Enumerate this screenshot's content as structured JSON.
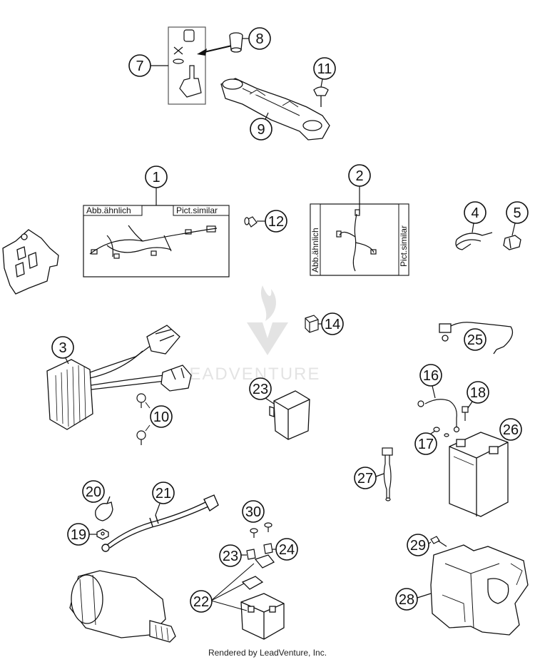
{
  "parts": [
    {
      "id": "part-1",
      "label": "1"
    },
    {
      "id": "part-2",
      "label": "2"
    },
    {
      "id": "part-3",
      "label": "3"
    },
    {
      "id": "part-4",
      "label": "4"
    },
    {
      "id": "part-5",
      "label": "5"
    },
    {
      "id": "part-7",
      "label": "7"
    },
    {
      "id": "part-8",
      "label": "8"
    },
    {
      "id": "part-9",
      "label": "9"
    },
    {
      "id": "part-10",
      "label": "10"
    },
    {
      "id": "part-11",
      "label": "11"
    },
    {
      "id": "part-12",
      "label": "12"
    },
    {
      "id": "part-14",
      "label": "14"
    },
    {
      "id": "part-16",
      "label": "16"
    },
    {
      "id": "part-17",
      "label": "17"
    },
    {
      "id": "part-18",
      "label": "18"
    },
    {
      "id": "part-19",
      "label": "19"
    },
    {
      "id": "part-20",
      "label": "20"
    },
    {
      "id": "part-21",
      "label": "21"
    },
    {
      "id": "part-22",
      "label": "22"
    },
    {
      "id": "part-23a",
      "label": "23"
    },
    {
      "id": "part-23b",
      "label": "23"
    },
    {
      "id": "part-24",
      "label": "24"
    },
    {
      "id": "part-25",
      "label": "25"
    },
    {
      "id": "part-26",
      "label": "26"
    },
    {
      "id": "part-27",
      "label": "27"
    },
    {
      "id": "part-28",
      "label": "28"
    },
    {
      "id": "part-29",
      "label": "29"
    },
    {
      "id": "part-30",
      "label": "30"
    }
  ],
  "panel_tags": {
    "abb": "Abb.ähnlich",
    "pict": "Pict.similar"
  },
  "watermark": "LEADVENTURE",
  "footer": "Rendered by LeadVenture, Inc."
}
